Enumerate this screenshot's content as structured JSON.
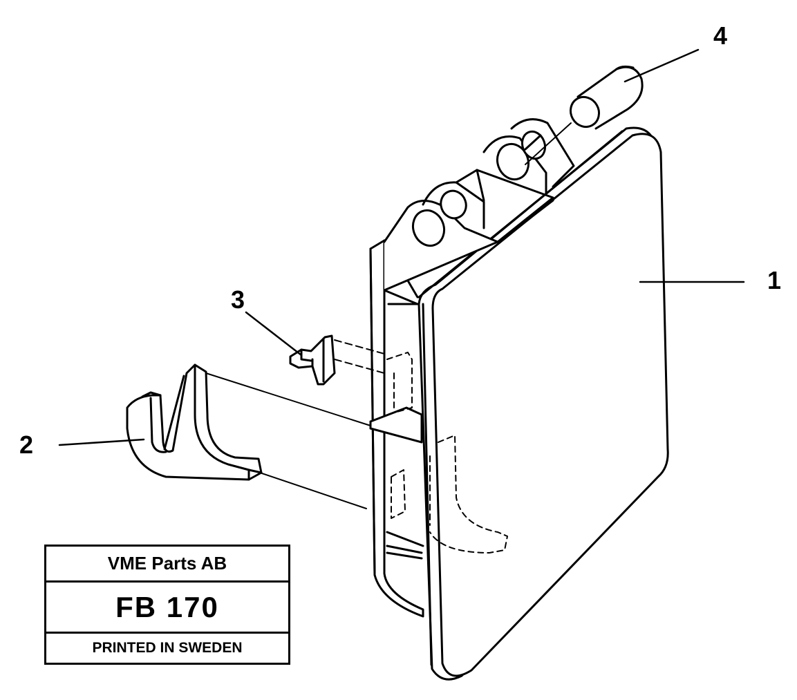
{
  "callouts": [
    {
      "id": "part-1",
      "label": "1"
    },
    {
      "id": "part-2",
      "label": "2"
    },
    {
      "id": "part-3",
      "label": "3"
    },
    {
      "id": "part-4",
      "label": "4"
    }
  ],
  "title_block": {
    "company": "VME Parts AB",
    "code": "FB 170",
    "printed": "PRINTED IN SWEDEN"
  },
  "colors": {
    "ink": "#000000",
    "paper": "#ffffff"
  }
}
